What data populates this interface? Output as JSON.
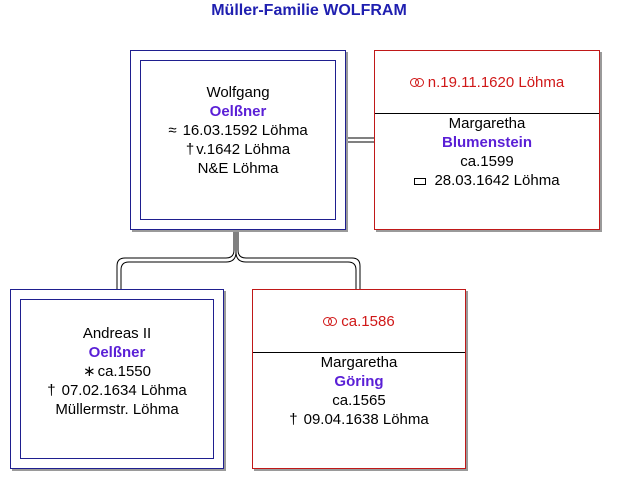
{
  "title": "Müller-Familie WOLFRAM",
  "colors": {
    "title": "#1f1fb0",
    "person_border": "#1f1f8f",
    "spouse_border": "#c01818",
    "marriage_text": "#d01818",
    "surname": "#5a1fd6"
  },
  "father": {
    "given": "Wolfgang",
    "surname": "Oelßner",
    "baptism_symbol": "≈",
    "baptism": "16.03.1592 Löhma",
    "death_symbol": "†",
    "death": "v.1642 Löhma",
    "note": "N&E Löhma"
  },
  "father_spouse": {
    "marriage_icon": "rings-icon",
    "marriage": "n.19.11.1620 Löhma",
    "given": "Margaretha",
    "surname": "Blumenstein",
    "birth": "ca.1599",
    "burial_icon": "burial-icon",
    "burial": "28.03.1642 Löhma"
  },
  "child": {
    "given": "Andreas II",
    "surname": "Oelßner",
    "birth_symbol": "∗",
    "birth": "ca.1550",
    "death_symbol": "†",
    "death": "07.02.1634 Löhma",
    "note": "Müllermstr. Löhma"
  },
  "child_spouse": {
    "marriage_icon": "rings-icon",
    "marriage": "ca.1586",
    "given": "Margaretha",
    "surname": "Göring",
    "birth": "ca.1565",
    "death_symbol": "†",
    "death": "09.04.1638 Löhma"
  }
}
